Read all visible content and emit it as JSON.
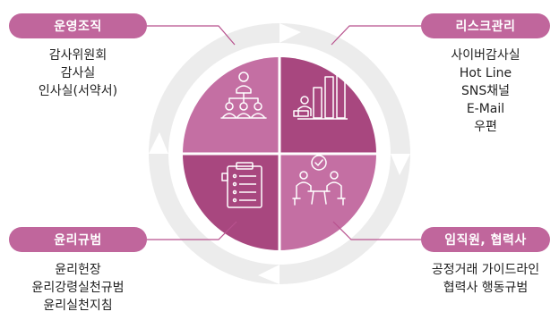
{
  "colors": {
    "pill": "#c0669c",
    "quadrant_light": "#c46fa3",
    "quadrant_dark": "#a8477f",
    "ring": "#ececec",
    "connector": "#b8528e",
    "text": "#222222"
  },
  "categories": [
    {
      "id": "org",
      "label": "운영조직",
      "items": [
        "감사위원회",
        "감사실",
        "인사실(서약서)"
      ]
    },
    {
      "id": "risk",
      "label": "리스크관리",
      "items": [
        "사이버감사실",
        "Hot Line",
        "SNS채널",
        "E-Mail",
        "우편"
      ]
    },
    {
      "id": "ethics",
      "label": "윤리규범",
      "items": [
        "윤리헌장",
        "윤리강령실천규범",
        "윤리실천지침"
      ]
    },
    {
      "id": "staff",
      "label": "임직원, 협력사",
      "items": [
        "공정거래 가이드라인",
        "협력사 행동규범"
      ]
    }
  ],
  "icons": {
    "top_left": "organization-icon",
    "top_right": "bar-chart-person-icon",
    "bottom_left": "checklist-clipboard-icon",
    "bottom_right": "meeting-agreement-icon"
  }
}
